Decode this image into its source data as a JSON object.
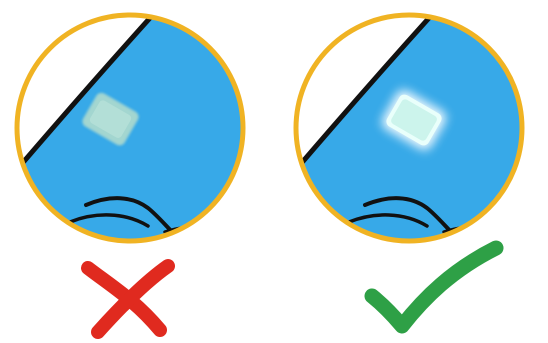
{
  "colors": {
    "ring": "#f0b323",
    "fabric": "#37a9e8",
    "outline": "#111111",
    "background": "#ffffff",
    "patch_dull": "#a9d8cf",
    "patch_glow": "#e9fffb",
    "wrong_mark": "#e02a1f",
    "right_mark": "#2ea046"
  },
  "comparison": {
    "left": {
      "patch_style": "dull",
      "mark_icon": "cross-icon",
      "verdict": "incorrect"
    },
    "right": {
      "patch_style": "glowing",
      "mark_icon": "check-icon",
      "verdict": "correct"
    }
  }
}
